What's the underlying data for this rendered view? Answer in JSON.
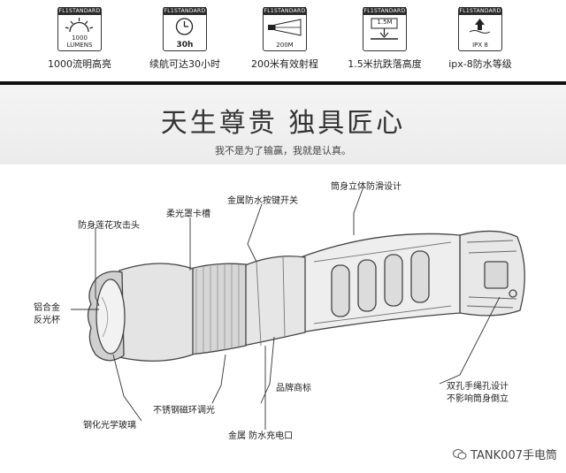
{
  "features": [
    {
      "label": "1000流明高亮",
      "badge_std": "FL1STANDARD",
      "badge_value": "1000 LUMENS",
      "icon": "light-output-icon"
    },
    {
      "label": "续航可达30小时",
      "badge_std": "FL1STANDARD",
      "badge_value": "30h",
      "icon": "runtime-clock-icon"
    },
    {
      "label": "200米有效射程",
      "badge_std": "FL1STANDARD",
      "badge_value": "200M",
      "icon": "beam-distance-icon"
    },
    {
      "label": "1.5米抗跌落高度",
      "badge_std": "FL1STANDARD",
      "badge_value": "1.5M",
      "icon": "impact-resistance-icon"
    },
    {
      "label": "ipx-8防水等级",
      "badge_std": "FL1STANDARD",
      "badge_value": "IPX 8",
      "icon": "water-resistance-icon"
    }
  ],
  "hero": {
    "title": "天生尊贵  独具匠心",
    "subtitle": "我不是为了输赢，我就是认真。"
  },
  "annotations": {
    "head_cap": "防身莲花攻击头",
    "soft_slot": "柔光罩卡槽",
    "switch": "金属防水按键开关",
    "grip": "筒身立体防滑设计",
    "reflector_line1": "铝合金",
    "reflector_line2": "反光杯",
    "brand_mark": "品牌商标",
    "lanyard_line1": "双孔手绳孔设计",
    "lanyard_line2": "不影响筒身倒立",
    "zoom_ring": "不锈钢磁环调光",
    "lens": "钢化光学玻璃",
    "charge_port": "金属 防水充电口"
  },
  "watermark": "TANK007手电筒"
}
